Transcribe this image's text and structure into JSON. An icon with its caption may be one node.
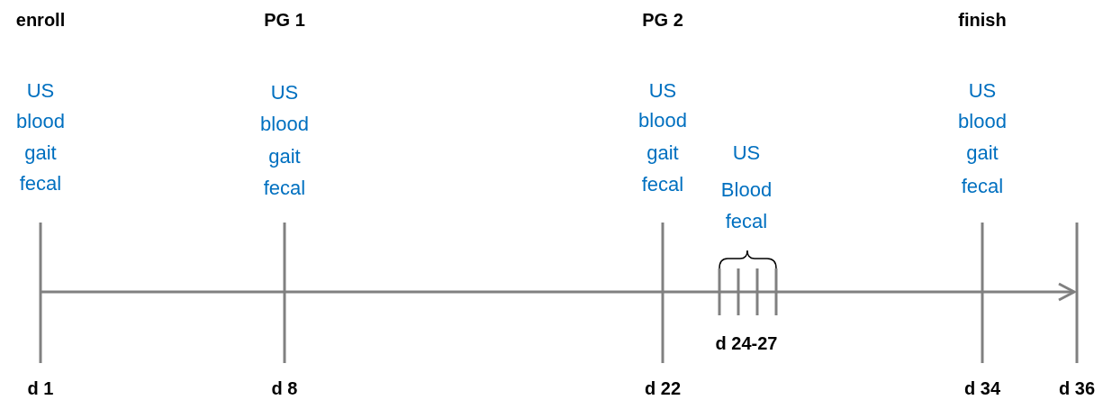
{
  "diagram": {
    "labels": [
      "enroll",
      "PG 1",
      "PG 2",
      "finish",
      "US",
      "blood",
      "gait",
      "fecal",
      "US",
      "blood",
      "gait",
      "fecal",
      "US",
      "blood",
      "gait",
      "fecal",
      "US",
      "Blood",
      "fecal",
      "US",
      "blood",
      "gait",
      "fecal",
      "d 1",
      "d 8",
      "d 22",
      "d 24-27",
      "d 34",
      "d 36"
    ]
  }
}
